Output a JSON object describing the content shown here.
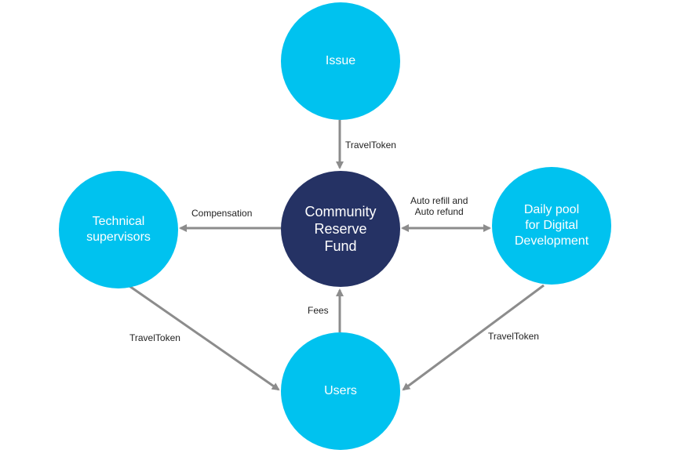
{
  "nodes": {
    "issue": "Issue",
    "reserve": "Community\nReserve\nFund",
    "tech": "Technical\nsupervisors",
    "daily": "Daily pool\nfor Digital\nDevelopment",
    "users": "Users"
  },
  "edges": {
    "issue_to_reserve": "TravelToken",
    "reserve_to_tech": "Compensation",
    "reserve_daily": "Auto refill and\nAuto refund",
    "users_to_reserve": "Fees",
    "tech_to_users": "TravelToken",
    "daily_to_users": "TravelToken"
  },
  "colors": {
    "node_light": "#00c2ef",
    "node_dark": "#253264",
    "arrow": "#8c8c8c"
  }
}
